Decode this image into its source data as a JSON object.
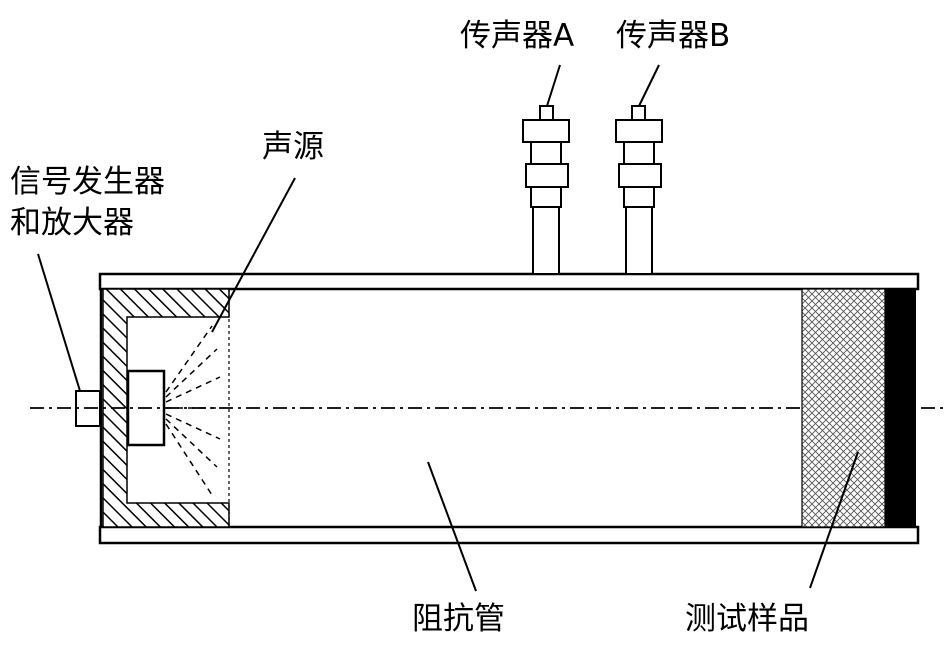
{
  "labels": {
    "mic_a": "传声器A",
    "mic_b": "传声器B",
    "sound_source": "声源",
    "signal_gen_line1": "信号发生器",
    "signal_gen_line2": "和放大器",
    "impedance_tube": "阻抗管",
    "test_sample": "测试样品"
  }
}
